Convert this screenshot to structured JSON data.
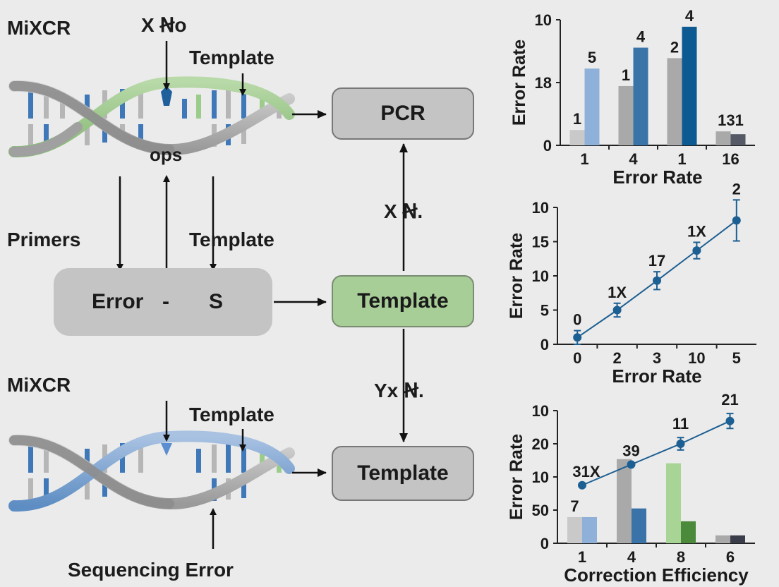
{
  "labels": {
    "mixcr_top": "MiXCR",
    "mixcr_bottom": "MiXCR",
    "top_marker": "X Ꞥo",
    "template_top": "Template",
    "ops": "ops",
    "primers": "Primers",
    "template_mid": "Template",
    "template_bottom": "Template",
    "sequencing_error": "Sequencing Error",
    "arrow_up_label": "X  Ꞥ.",
    "arrow_down_label": "Yx  Ꞥ."
  },
  "boxes": {
    "pcr": "PCR",
    "template_green": "Template",
    "template_gray": "Template",
    "error_left": "Error",
    "error_dash": "-",
    "error_s": "S"
  },
  "colors": {
    "light_blue": "#8fb0d8",
    "mid_blue": "#3a73a8",
    "dark_blue": "#0d5a92",
    "gray_bar": "#a9a9a9",
    "light_gray_bar": "#c9c9c9",
    "green_bar": "#a8d496",
    "dark_green": "#4a8a3a",
    "line_blue": "#1c5f92"
  },
  "chart_data": [
    {
      "type": "bar",
      "categories": [
        "1",
        "4",
        "1",
        "16"
      ],
      "ylabel": "Error Rate",
      "xlabel": "Error Rate",
      "y_ticks": [
        "0",
        "18",
        "10"
      ],
      "series": [
        {
          "values": [
            2.2,
            8.5,
            12.5,
            2.0
          ],
          "colors": [
            "#c9c9c9",
            "#a9a9a9",
            "#a9a9a9",
            "#a9a9a9"
          ],
          "labels": [
            "1",
            "1",
            "2",
            ""
          ]
        },
        {
          "values": [
            11.0,
            14.0,
            17.0,
            1.6
          ],
          "colors": [
            "#8fb0d8",
            "#3a73a8",
            "#0d5a92",
            "#555a66"
          ],
          "labels": [
            "5",
            "4",
            "4",
            ""
          ]
        }
      ],
      "group_labels": [
        "",
        "",
        "",
        "131"
      ]
    },
    {
      "type": "line",
      "categories": [
        "0",
        "2",
        "3",
        "10",
        "5"
      ],
      "ylabel": "Error Rate",
      "xlabel": "Error Rate",
      "y_ticks": [
        "0",
        "5",
        "10",
        "15",
        "10"
      ],
      "ylim": [
        0,
        20
      ],
      "values": [
        1,
        5,
        9.3,
        13.7,
        18.1
      ],
      "errors": [
        1.0,
        1.0,
        1.3,
        1.2,
        3.0
      ],
      "point_labels": [
        "0",
        "1X",
        "17",
        "1X",
        "2"
      ]
    },
    {
      "type": "bar",
      "categories": [
        "1",
        "4",
        "8",
        "6"
      ],
      "ylabel": "Error Rate",
      "xlabel": "Correction Efficiency",
      "y_ticks": [
        "0",
        "50",
        "10",
        "20",
        "10"
      ],
      "series": [
        {
          "values": [
            6.3,
            20.3,
            19.3,
            1.9
          ],
          "colors": [
            "#c9c9c9",
            "#a9a9a9",
            "#a8d496",
            "#a9a9a9"
          ]
        },
        {
          "values": [
            6.3,
            8.4,
            5.3,
            1.9
          ],
          "colors": [
            "#8fb0d8",
            "#3a73a8",
            "#4a8a3a",
            "#3a3e4a"
          ]
        }
      ],
      "line_values": [
        14.0,
        19.0,
        24.0,
        29.5
      ],
      "line_errors": [
        0,
        0,
        1.5,
        1.8
      ],
      "point_labels": [
        "31X",
        "39",
        "11",
        "21"
      ],
      "bar_labels": [
        "7",
        "",
        "",
        ""
      ]
    }
  ]
}
